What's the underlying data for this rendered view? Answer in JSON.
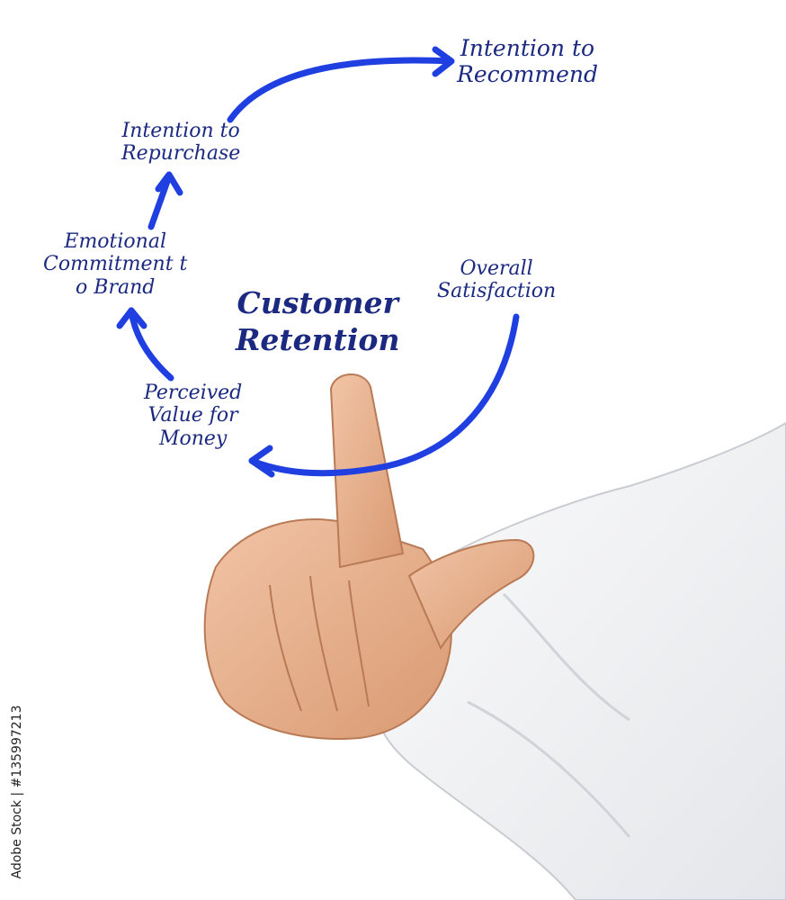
{
  "diagram": {
    "center_title": [
      "Customer",
      "Retention"
    ],
    "steps": {
      "overall_satisfaction": [
        "Overall",
        "Satisfaction"
      ],
      "perceived_value": [
        "Perceived",
        "Value for",
        "Money"
      ],
      "emotional_commitment": [
        "Emotional",
        "Commitment t",
        "o Brand"
      ],
      "intention_repurchase": [
        "Intention to",
        "Repurchase"
      ],
      "intention_recommend": [
        "Intention to",
        "Recommend"
      ]
    },
    "arrow_color": "#1f3fe0",
    "text_color": "#1b2a80"
  },
  "stock_id": "Adobe Stock | #135997213"
}
